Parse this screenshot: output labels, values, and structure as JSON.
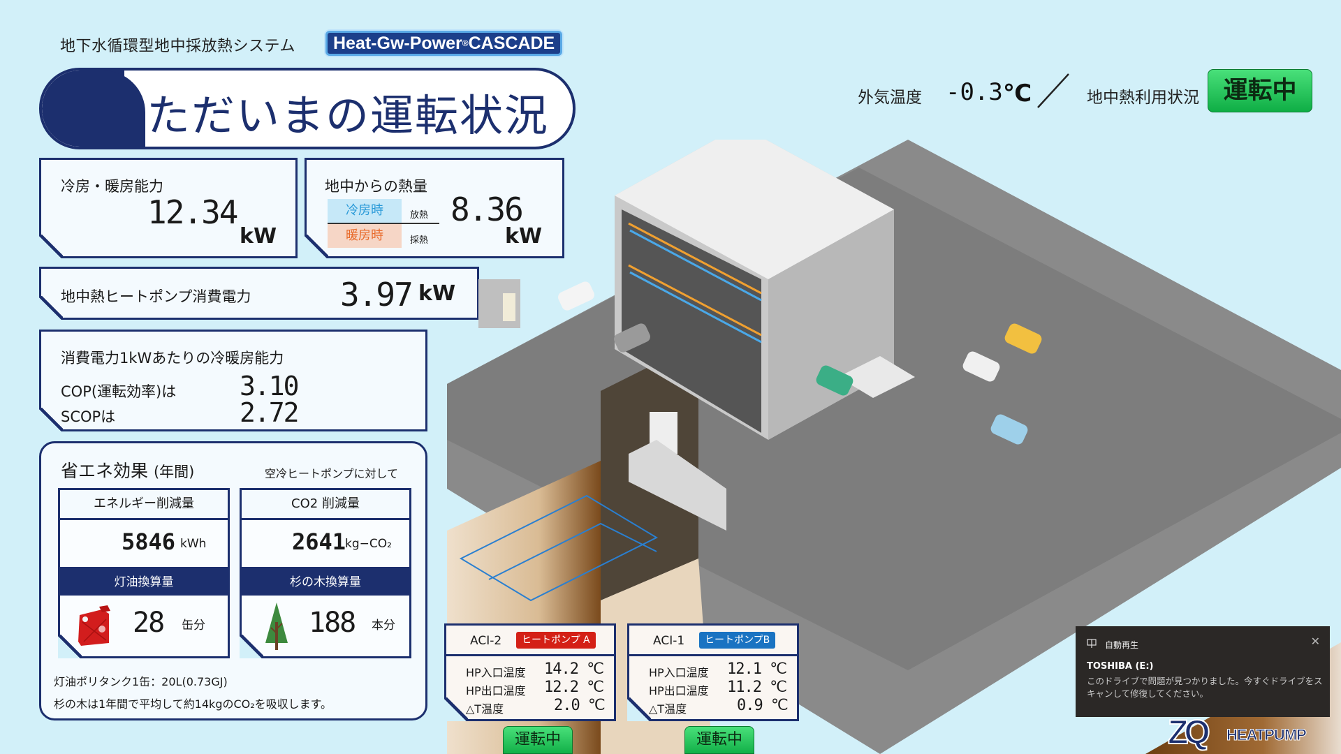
{
  "header": {
    "system_name": "地下水循環型地中採放熱システム",
    "brand": "Heat-Gw-Power",
    "brand_reg": "®",
    "brand_suffix": "CASCADE",
    "page_title": "ただいまの運転状況"
  },
  "status_bar": {
    "outside_temp_label": "外気温度",
    "outside_temp_value": "-0.3",
    "outside_temp_unit": "℃",
    "geothermal_label": "地中熱利用状況",
    "geothermal_status": "運転中"
  },
  "capacity": {
    "label": "冷房・暖房能力",
    "value": "12.34",
    "unit": "kW"
  },
  "ground_heat": {
    "label": "地中からの熱量",
    "cooling_label": "冷房時",
    "cooling_sub": "放熱",
    "heating_label": "暖房時",
    "heating_sub": "採熱",
    "value": "8.36",
    "unit": "kW"
  },
  "power": {
    "label": "地中熱ヒートポンプ消費電力",
    "value": "3.97",
    "unit": "kW"
  },
  "efficiency": {
    "label": "消費電力1kWあたりの冷暖房能力",
    "cop_label": "COP(運転効率)は",
    "cop_value": "3.10",
    "scop_label": "SCOPは",
    "scop_value": "2.72"
  },
  "savings": {
    "title": "省エネ効果",
    "title_period": "(年間)",
    "compared_to": "空冷ヒートポンプに対して",
    "energy": {
      "label": "エネルギー削減量",
      "value": "5846",
      "unit": "kWh",
      "equiv_label": "灯油換算量",
      "equiv_value": "28",
      "equiv_unit": "缶分",
      "icon": "fuel-can-icon"
    },
    "co2": {
      "label": "CO2 削減量",
      "value": "2641",
      "unit": "kg−CO₂",
      "equiv_label": "杉の木換算量",
      "equiv_value": "188",
      "equiv_unit": "本分",
      "icon": "cedar-tree-icon"
    },
    "footnote_1": "灯油ポリタンク1缶：20L(0.73GJ)",
    "footnote_2": "杉の木は1年間で平均して約14kgのCO₂を吸収します。"
  },
  "heat_pumps": [
    {
      "id": "ACI-2",
      "tag": "ヒートポンプ A",
      "tag_color": "#d42016",
      "inlet_label": "HP入口温度",
      "inlet_value": "14.2 ℃",
      "outlet_label": "HP出口温度",
      "outlet_value": "12.2 ℃",
      "delta_label": "△T温度",
      "delta_value": "2.0 ℃",
      "status": "運転中"
    },
    {
      "id": "ACI-1",
      "tag": "ヒートポンプB",
      "tag_color": "#1a73c2",
      "inlet_label": "HP入口温度",
      "inlet_value": "12.1 ℃",
      "outlet_label": "HP出口温度",
      "outlet_value": "11.2 ℃",
      "delta_label": "△T温度",
      "delta_value": "0.9 ℃",
      "status": "運転中"
    }
  ],
  "notification": {
    "app": "自動再生",
    "title": "TOSHIBA (E:)",
    "message": "このドライブで問題が見つかりました。今すぐドライブをスキャンして修復してください。",
    "close": "✕"
  },
  "logo": {
    "mark": "ZQ",
    "text": "HEATPUMP"
  },
  "colors": {
    "navy": "#1c2f6e",
    "background": "#d2f0f9",
    "running_green": "#1fc157"
  }
}
